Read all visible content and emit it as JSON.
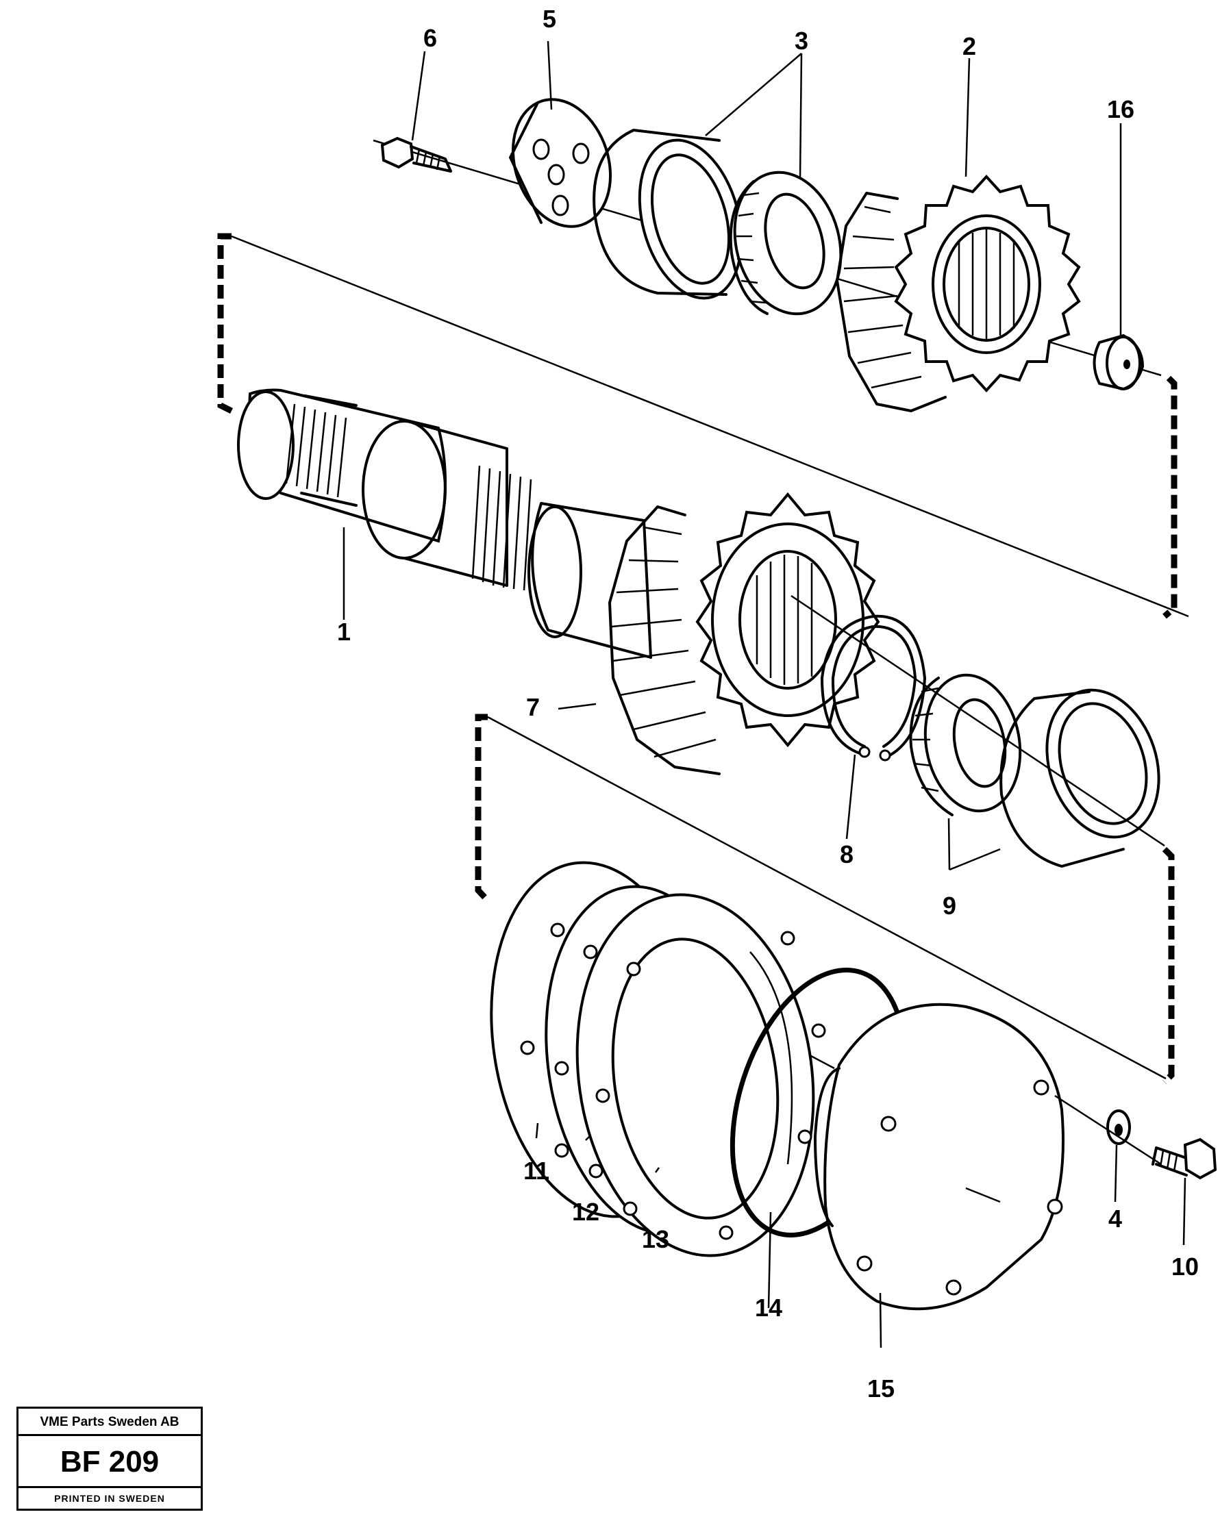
{
  "callouts": {
    "c1": "1",
    "c2": "2",
    "c3": "3",
    "c4": "4",
    "c5": "5",
    "c6": "6",
    "c7": "7",
    "c8": "8",
    "c9": "9",
    "c10": "10",
    "c11": "11",
    "c12": "12",
    "c13": "13",
    "c14": "14",
    "c15": "15",
    "c16": "16"
  },
  "stamp": {
    "company": "VME Parts Sweden AB",
    "code": "BF 209",
    "printed": "PRINTED IN SWEDEN"
  }
}
